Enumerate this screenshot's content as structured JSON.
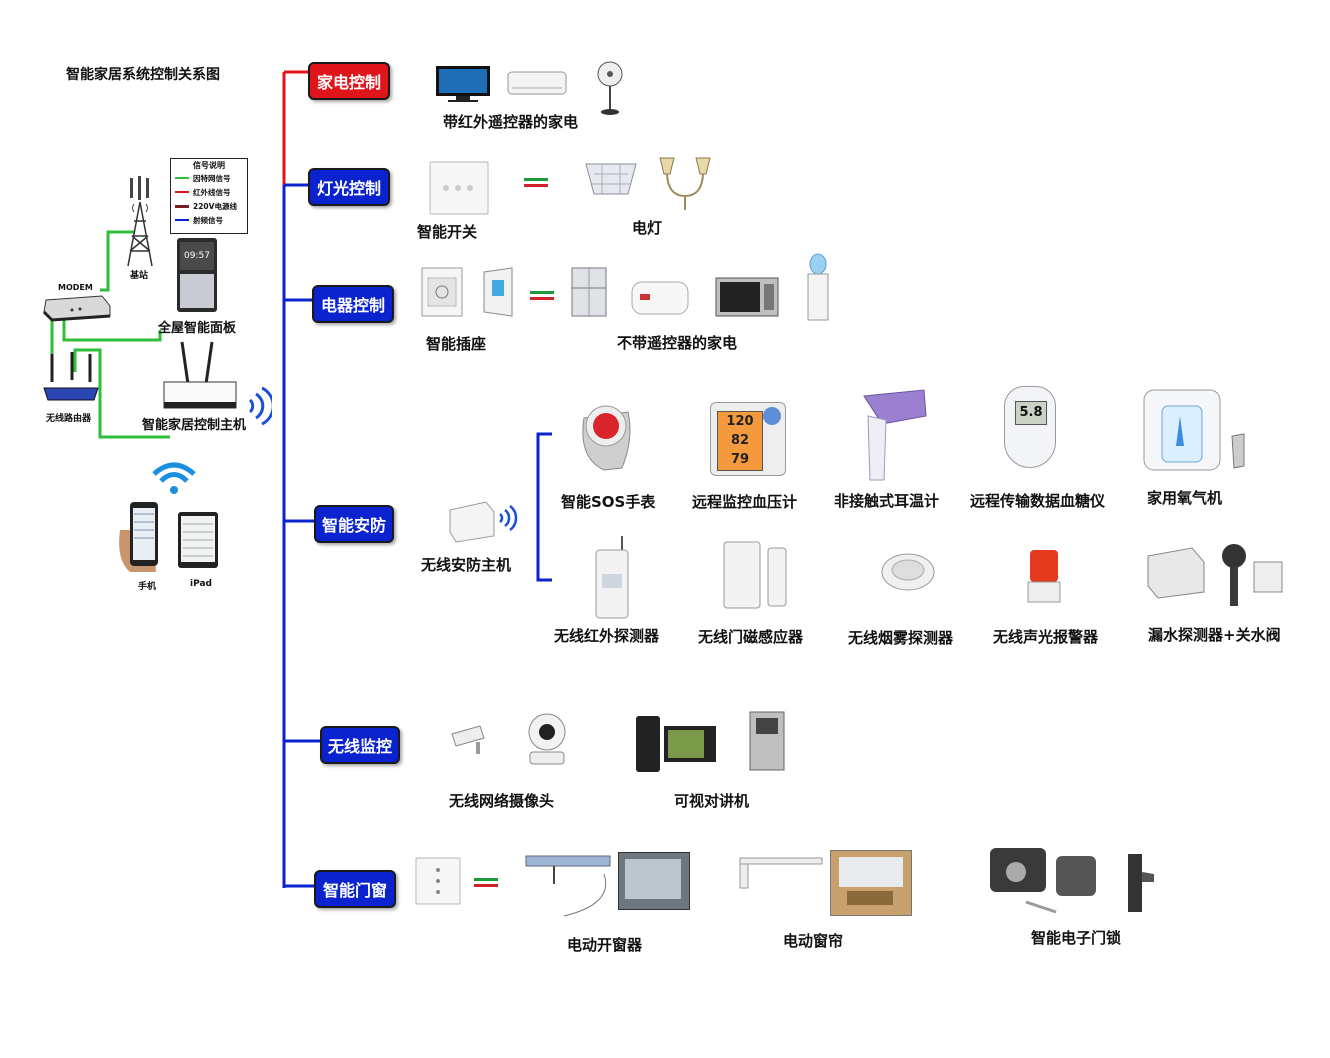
{
  "title": "智能家居系统控制关系图",
  "legend": {
    "title": "信号说明",
    "items": [
      {
        "label": "因特网信号",
        "color": "#2fbf3a"
      },
      {
        "label": "红外线信号",
        "color": "#e0141b"
      },
      {
        "label": "220V电源线",
        "color": "#7a1f1f"
      },
      {
        "label": "射频信号",
        "color": "#0a23cf"
      }
    ]
  },
  "network": {
    "base_station": "基站",
    "modem": "MODEM",
    "panel_time": "09:57",
    "panel": "全屋智能面板",
    "router": "无线路由器",
    "host": "智能家居控制主机",
    "phone": "手机",
    "ipad": "iPad"
  },
  "categories": {
    "appliance": "家电控制",
    "light": "灯光控制",
    "electric": "电器控制",
    "security": "智能安防",
    "monitor": "无线监控",
    "door": "智能门窗"
  },
  "items": {
    "ir_appliances": "带红外遥控器的家电",
    "smart_switch": "智能开关",
    "lamp": "电灯",
    "smart_socket": "智能插座",
    "no_remote": "不带遥控器的家电",
    "security_host": "无线安防主机",
    "sos": "智能SOS手表",
    "bp": "远程监控血压计",
    "bp_readings": [
      "120",
      "82",
      "79"
    ],
    "thermo": "非接触式耳温计",
    "glucose": "远程传输数据血糖仪",
    "glucose_reading": "5.8",
    "oxygen": "家用氧气机",
    "ir_detector": "无线红外探测器",
    "door_sensor": "无线门磁感应器",
    "smoke": "无线烟雾探测器",
    "alarm": "无线声光报警器",
    "water": "漏水探测器+关水阀",
    "camera": "无线网络摄像头",
    "intercom": "可视对讲机",
    "window": "电动开窗器",
    "curtain": "电动窗帘",
    "lock": "智能电子门锁"
  }
}
